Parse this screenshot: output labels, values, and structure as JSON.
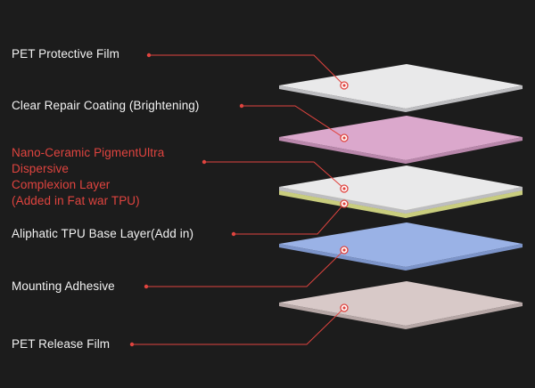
{
  "layers": [
    {
      "id": "pet-protective",
      "label_lines": [
        "PET Protective Film"
      ],
      "accent": false,
      "fill": "#e9e9ea",
      "edge": "#bdbdc0"
    },
    {
      "id": "clear-repair",
      "label_lines": [
        "Clear Repair Coating (Brightening)"
      ],
      "accent": false,
      "fill": "#dba8cc",
      "edge": "#b987ab"
    },
    {
      "id": "nano-ceramic",
      "label_lines": [
        "Nano-Ceramic PigmentUltra",
        "Dispersive",
        "Complexion Layer",
        "(Added in Fat war TPU)"
      ],
      "accent": true,
      "fill": "#e9e9ea",
      "edge": "#bdbdc0"
    },
    {
      "id": "aliphatic-tpu",
      "label_lines": [
        "Aliphatic TPU Base Layer(Add in)"
      ],
      "accent": false,
      "fill": "#e6e9a8",
      "edge": "#c9cd7e"
    },
    {
      "id": "mounting-adhesive",
      "label_lines": [
        "Mounting Adhesive"
      ],
      "accent": false,
      "fill": "#9ab2e6",
      "edge": "#7c94c9"
    },
    {
      "id": "pet-release",
      "label_lines": [
        "PET Release Film"
      ],
      "accent": false,
      "fill": "#d8c9c8",
      "edge": "#b5a6a5"
    }
  ],
  "colors": {
    "background": "#1c1c1c",
    "leader_line": "#e0443f",
    "label_text": "#f2f2f2",
    "accent_text": "#e0443f"
  }
}
